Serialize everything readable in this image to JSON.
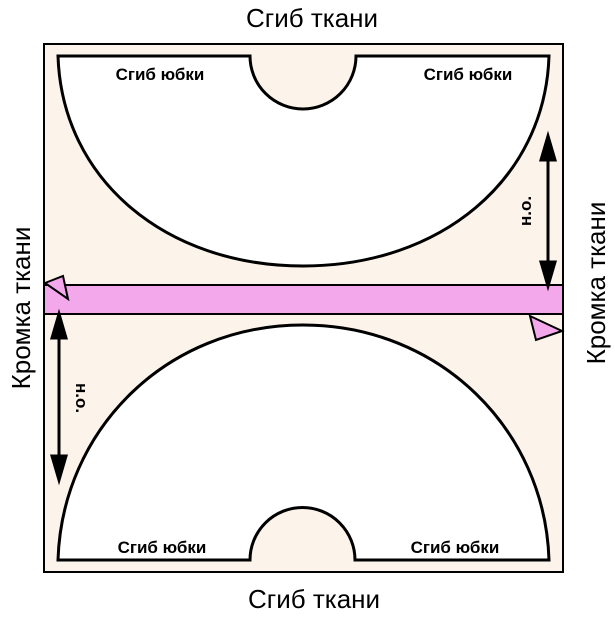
{
  "labels": {
    "top_fold": "Сгиб ткани",
    "bottom_fold": "Сгиб ткани",
    "left_selvage": "Кромка ткани",
    "right_selvage": "Кромка ткани",
    "skirt_fold_tl": "Сгиб юбки",
    "skirt_fold_tr": "Сгиб юбки",
    "skirt_fold_bl": "Сгиб юбки",
    "skirt_fold_br": "Сгиб юбки",
    "grain_top": "н.о.",
    "grain_bottom": "н.о."
  },
  "colors": {
    "fabric": "#fcf3ea",
    "strip": "#f4a8ec",
    "outline": "#000000"
  }
}
